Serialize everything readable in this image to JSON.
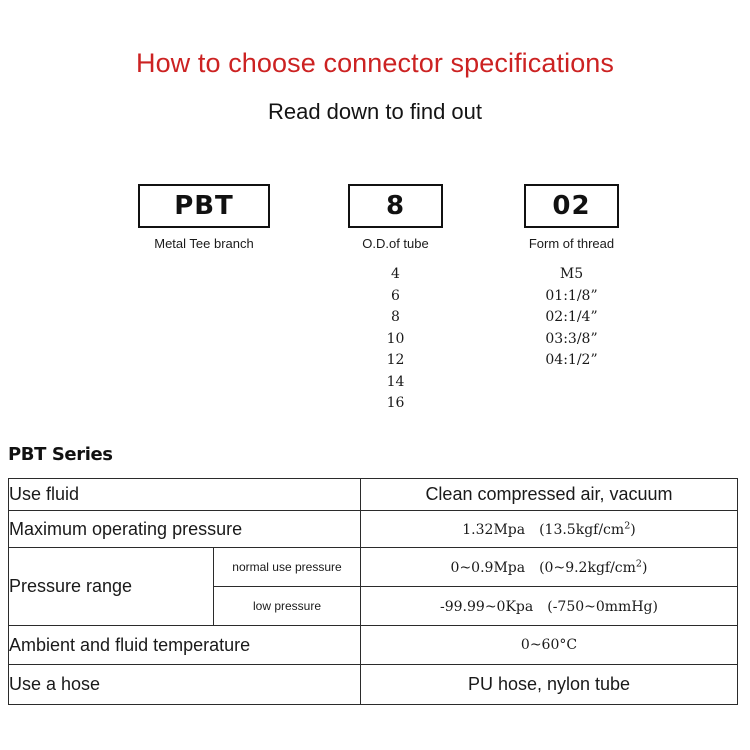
{
  "header": {
    "title": "How to choose connector specifications",
    "subtitle": "Read down to find out",
    "title_color": "#cc2222"
  },
  "code_breakdown": {
    "segments": [
      {
        "name": "series",
        "value": "PBT",
        "caption": "Metal Tee branch"
      },
      {
        "name": "tube_od",
        "value": "8",
        "caption": "O.D.of tube"
      },
      {
        "name": "thread",
        "value": "02",
        "caption": "Form of thread"
      }
    ],
    "tube_od_options": [
      "4",
      "6",
      "8",
      "10",
      "12",
      "14",
      "16"
    ],
    "thread_options": [
      "M5",
      "01:1/8”",
      "02:1/4”",
      "03:3/8”",
      "04:1/2”"
    ]
  },
  "spec_section": {
    "heading": "PBT Series",
    "shade_color": "#f4ece2",
    "rows": {
      "use_fluid": {
        "label": "Use fluid",
        "value": "Clean compressed air, vacuum"
      },
      "max_pressure": {
        "label": "Maximum operating pressure",
        "value_main": "1.32Mpa　(13.5kgf/cm",
        "value_sup": "2",
        "value_tail": ")"
      },
      "pressure_range": {
        "label": "Pressure range",
        "normal": {
          "sublabel": "normal use pressure",
          "value_main": "0~0.9Mpa　(0~9.2kgf/cm",
          "value_sup": "2",
          "value_tail": ")"
        },
        "low": {
          "sublabel": "low pressure",
          "value": "-99.99~0Kpa　(-750~0mmHg)"
        }
      },
      "temperature": {
        "label": "Ambient and fluid temperature",
        "value": "0~60°C"
      },
      "hose": {
        "label": "Use a hose",
        "value": "PU hose, nylon tube"
      }
    }
  }
}
